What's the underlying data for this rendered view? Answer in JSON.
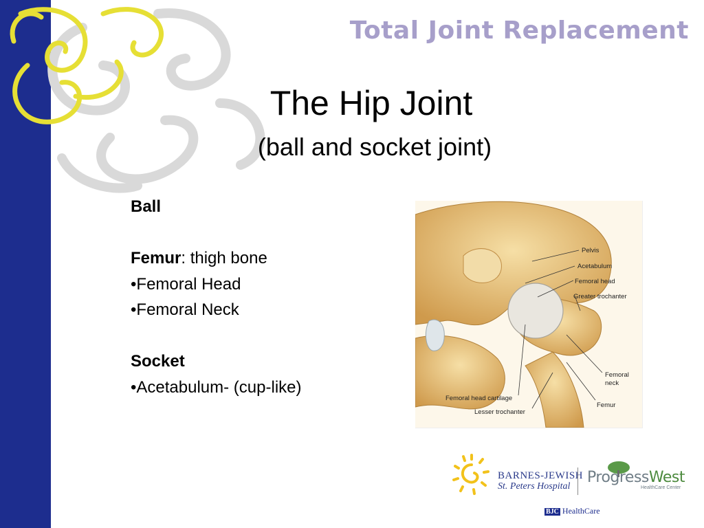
{
  "header": {
    "brand_title": "Total Joint Replacement"
  },
  "slide": {
    "title": "The Hip Joint",
    "subtitle": "(ball and socket joint)"
  },
  "content": {
    "ball_heading": "Ball",
    "femur_term": "Femur",
    "femur_desc": ": thigh bone",
    "bullet_1": "•Femoral Head",
    "bullet_2": "•Femoral Neck",
    "socket_heading": "Socket",
    "bullet_3": "•Acetabulum- (cup-like)"
  },
  "figure": {
    "labels": {
      "pelvis": "Pelvis",
      "acetabulum": "Acetabulum",
      "femoral_head": "Femoral head",
      "greater_trochanter": "Greater trochanter",
      "femoral_neck_1": "Femoral",
      "femoral_neck_2": "neck",
      "femur": "Femur",
      "cartilage": "Femoral  head cartilage",
      "lesser_trochanter": "Lesser trochanter"
    }
  },
  "logos": {
    "bjh_line1": "BARNES-JEWISH",
    "bjh_line2": "St. Peters Hospital",
    "pw_prefix": "Pro",
    "pw_middle": "gress",
    "pw_suffix": "West",
    "pw_sub": "HealthCare Center",
    "bjc_box": "BJC",
    "bjc_text": "HealthCare"
  },
  "colors": {
    "left_bar": "#1d2d8e",
    "brand_title": "#a79fca",
    "swirl_yellow": "#e8e23a",
    "swirl_gray": "#d6d6d6",
    "bone": "#e8c27a"
  }
}
